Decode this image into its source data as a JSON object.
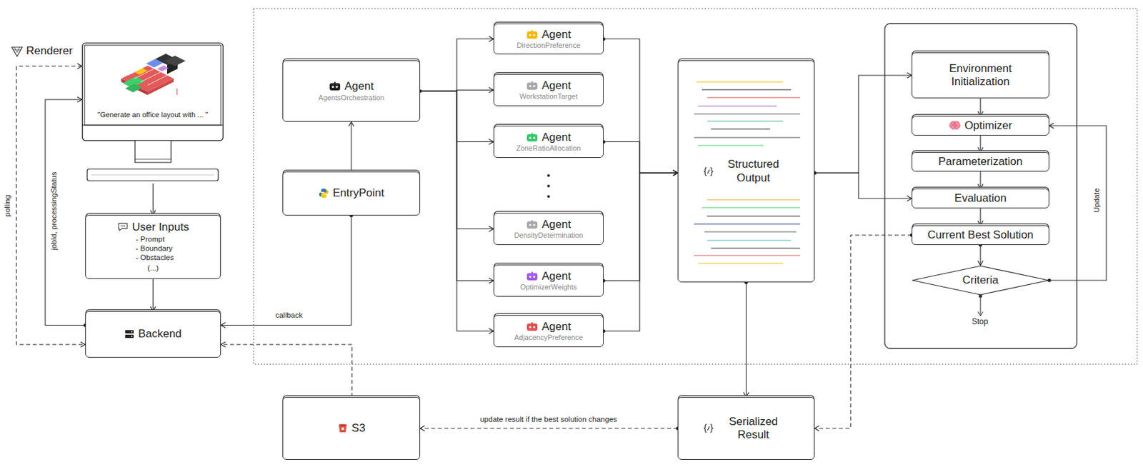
{
  "diagram": {
    "nodes": [
      {
        "text": [
          "\"Generate an office layout with ... \""
        ]
      },
      {
        "text": [
          "User Inputs",
          "- Prompt",
          "- Boundary",
          "- Obstacles",
          "(...)"
        ]
      },
      {
        "text": [
          "Backend"
        ]
      },
      {
        "text": [
          "EntryPoint"
        ]
      },
      {
        "text": [
          "Agent",
          "AgentsOrchestration"
        ]
      },
      {
        "text": [
          "Agent",
          "DirectionPreference"
        ]
      },
      {
        "text": [
          "Agent",
          "WorkstationTarget"
        ]
      },
      {
        "text": [
          "Agent",
          "ZoneRatioAllocation"
        ]
      },
      {
        "text": [
          "Agent",
          "DensityDetermination"
        ]
      },
      {
        "text": [
          "Agent",
          "OptimizerWeights"
        ]
      },
      {
        "text": [
          "Agent",
          "AdjacencyPreference"
        ]
      },
      {
        "text": [
          "Structured Output"
        ]
      },
      {
        "text": [
          "Environment Initialization"
        ]
      },
      {
        "text": [
          "Optimizer"
        ]
      },
      {
        "text": [
          "Parameterization"
        ]
      },
      {
        "text": [
          "Evaluation"
        ]
      },
      {
        "text": [
          "Current Best Solution"
        ]
      },
      {
        "text": [
          "Criteria"
        ]
      },
      {
        "text": [
          "S3"
        ]
      },
      {
        "text": [
          "Serialized Result"
        ]
      }
    ],
    "edges": [
      {
        "from": 0,
        "to": 2,
        "label": "polling",
        "arrow": "both"
      },
      {
        "from": 2,
        "to": 0,
        "label": "jobId, processingStatus",
        "arrow": "to"
      },
      {
        "from": 0,
        "to": 1,
        "arrow": "to"
      },
      {
        "from": 1,
        "to": 2,
        "arrow": "to"
      },
      {
        "from": 3,
        "to": 2,
        "label": "callback",
        "arrow": "to"
      },
      {
        "from": 3,
        "to": 4,
        "arrow": "to"
      },
      {
        "from": 4,
        "to": 5,
        "arrow": "to"
      },
      {
        "from": 4,
        "to": 6,
        "arrow": "to"
      },
      {
        "from": 4,
        "to": 7,
        "arrow": "to"
      },
      {
        "from": 4,
        "to": 8,
        "arrow": "to"
      },
      {
        "from": 4,
        "to": 9,
        "arrow": "to"
      },
      {
        "from": 4,
        "to": 10,
        "arrow": "to"
      },
      {
        "from": 5,
        "to": 11,
        "arrow": "to"
      },
      {
        "from": 7,
        "to": 11,
        "arrow": "to"
      },
      {
        "from": 9,
        "to": 11,
        "arrow": "to"
      },
      {
        "from": 10,
        "to": 11,
        "arrow": "to"
      },
      {
        "from": 11,
        "to": 12,
        "arrow": "to"
      },
      {
        "from": 11,
        "to": 15,
        "arrow": "to"
      },
      {
        "from": 12,
        "to": 13,
        "arrow": "to"
      },
      {
        "from": 13,
        "to": 14,
        "arrow": "to"
      },
      {
        "from": 14,
        "to": 15,
        "arrow": "to"
      },
      {
        "from": 15,
        "to": 16,
        "arrow": "to"
      },
      {
        "from": 16,
        "to": 17,
        "arrow": "to"
      },
      {
        "from": 17,
        "to": 13,
        "label": "Update",
        "arrow": "to"
      },
      {
        "from": 16,
        "to": 19,
        "arrow": "to"
      },
      {
        "from": 11,
        "to": 19,
        "arrow": "to"
      },
      {
        "from": 19,
        "to": 18,
        "label": "update result if the best solution changes",
        "arrow": "to"
      },
      {
        "from": 18,
        "to": 2,
        "arrow": "to"
      }
    ],
    "labels": [
      "Renderer",
      "Stop"
    ]
  }
}
